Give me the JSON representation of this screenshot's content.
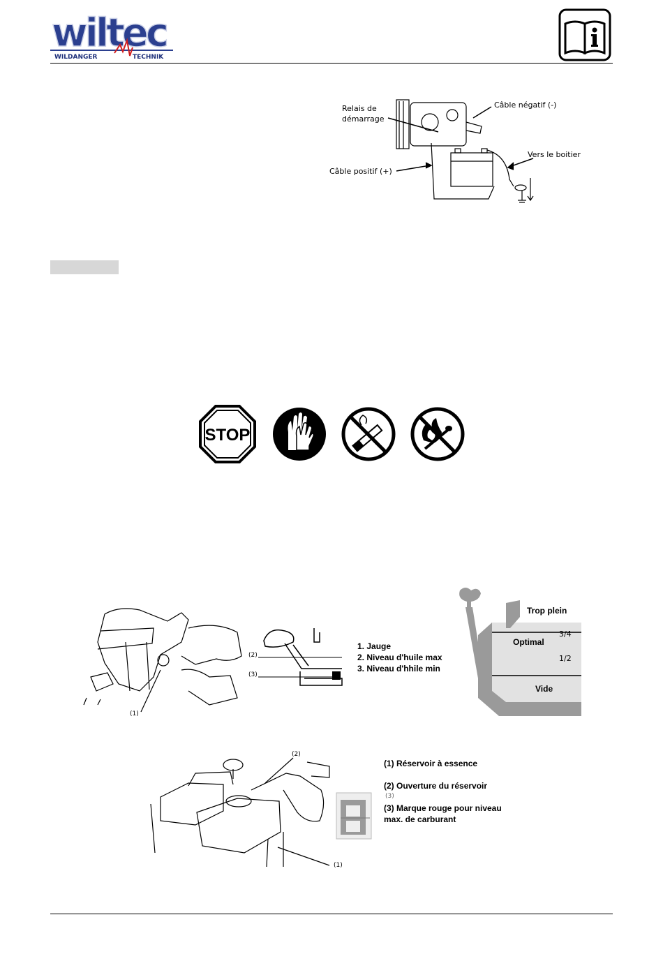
{
  "header": {
    "logo_word": "wiltec",
    "logo_left": "WILDANGER",
    "logo_right": "TECHNIK",
    "info_icon": "manual-info-icon"
  },
  "battery_figure": {
    "relay_label_1": "Relais de",
    "relay_label_2": "démarrage",
    "neg_cable": "Câble négatif (-)",
    "pos_cable": "Câble positif (+)",
    "to_housing": "Vers le boitier"
  },
  "safety_icons": [
    "stop-sign-icon",
    "gloves-icon",
    "no-smoking-icon",
    "no-open-flame-icon"
  ],
  "safety_text": {
    "stop": "STOP"
  },
  "oil_figure": {
    "callout_2": "(2)",
    "callout_3": "(3)",
    "callout_1": "(1)",
    "legend": [
      "1. Jauge",
      "2. Niveau d'huile max",
      "3. Niveau d'hhile min"
    ],
    "gauge_labels": {
      "full": "Trop plein",
      "three_quarter": "3/4",
      "optimal": "Optimal",
      "half": "1/2",
      "empty": "Vide"
    }
  },
  "fuel_figure": {
    "callout_2": "(2)",
    "callout_1": "(1)",
    "callout_3": "(3)",
    "legend": [
      "(1) Réservoir à essence",
      "(2) Ouverture du réservoir",
      "(3) Marque rouge pour niveau",
      "max. de carburant"
    ]
  }
}
